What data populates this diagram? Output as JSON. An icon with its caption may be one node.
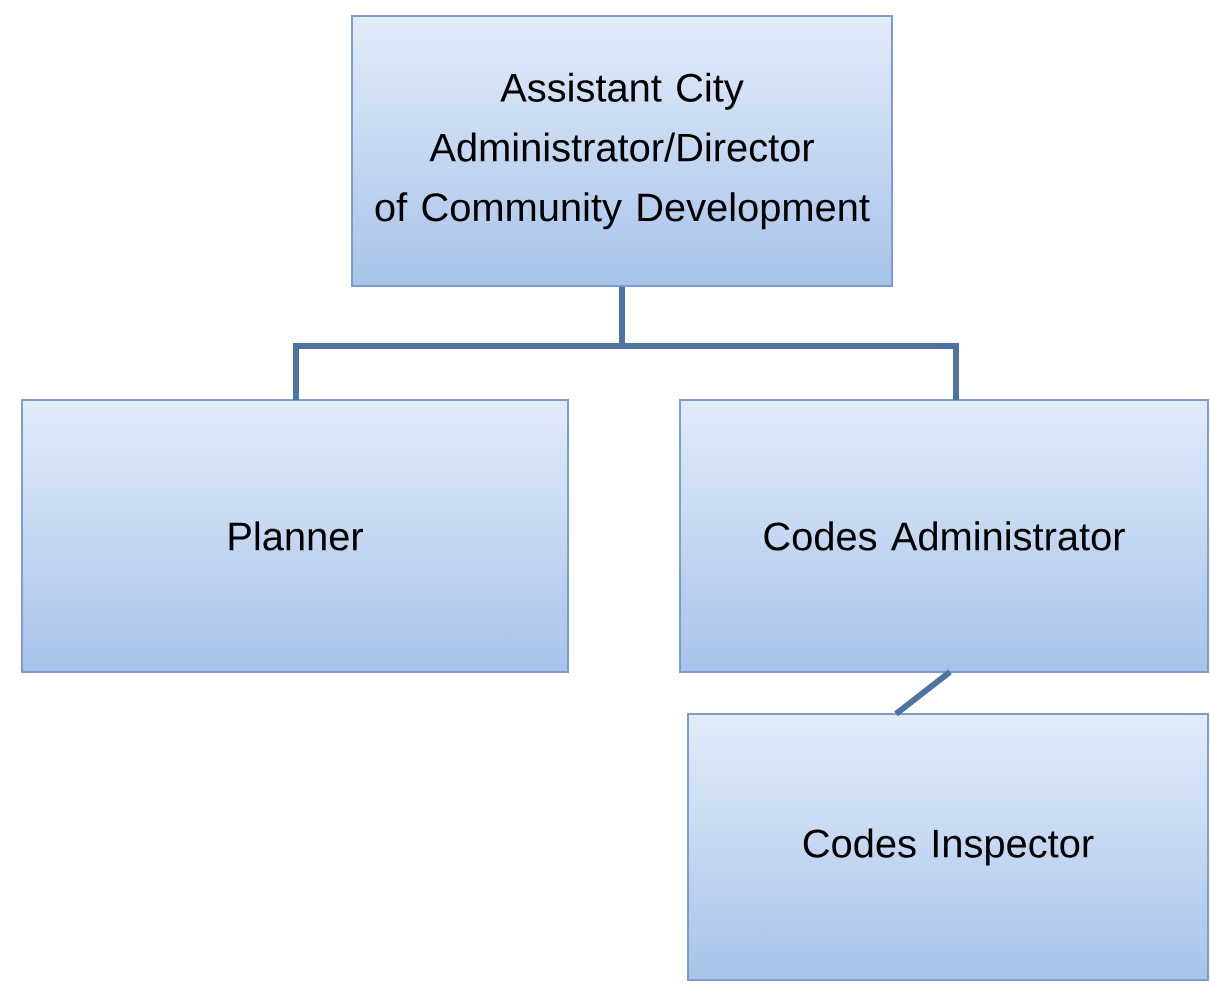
{
  "diagram": {
    "nodes": [
      {
        "text": [
          "Assistant City Administrator/Director of Community Development"
        ]
      },
      {
        "text": [
          "Planner"
        ]
      },
      {
        "text": [
          "Codes Administrator"
        ]
      },
      {
        "text": [
          "Codes Inspector"
        ]
      }
    ],
    "edges": [
      {
        "from": 0,
        "to": 1,
        "arrow": "none"
      },
      {
        "from": 0,
        "to": 2,
        "arrow": "none"
      },
      {
        "from": 2,
        "to": 3,
        "arrow": "none"
      }
    ]
  }
}
